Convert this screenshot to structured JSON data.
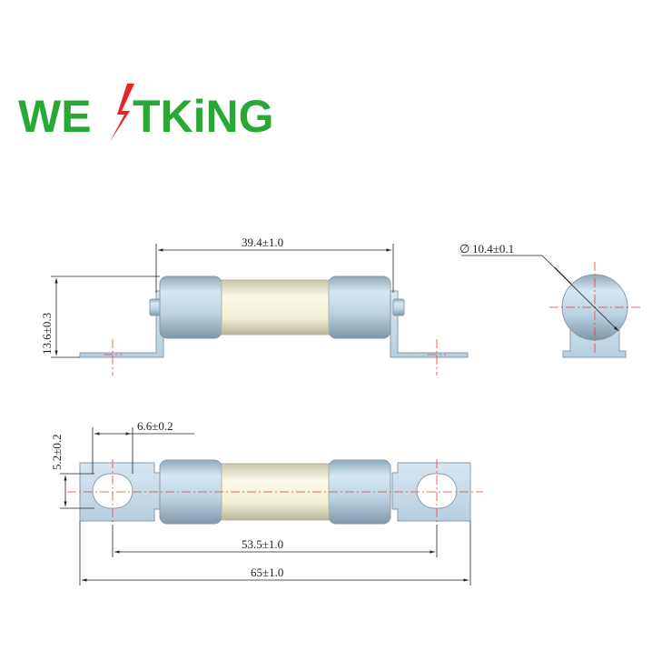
{
  "logo": {
    "text_left": "WE",
    "text_right": "TKiNG",
    "brand_green": "#2aa836",
    "bolt_red": "#e3242b"
  },
  "colors": {
    "cap_blue": "#bcd6e6",
    "tag_blue": "#c9dce9",
    "body_cream": "#f4f1da",
    "center_line": "#e8412f"
  },
  "dimensions": {
    "body_length": "39.4±1.0",
    "height": "13.6±0.3",
    "diameter": "10.4±0.1",
    "hole_diameter": "5.2±0.2",
    "tab_width": "6.6±0.2",
    "hole_spacing": "53.5±1.0",
    "overall_length": "65±1.0",
    "diameter_symbol": "∅"
  }
}
